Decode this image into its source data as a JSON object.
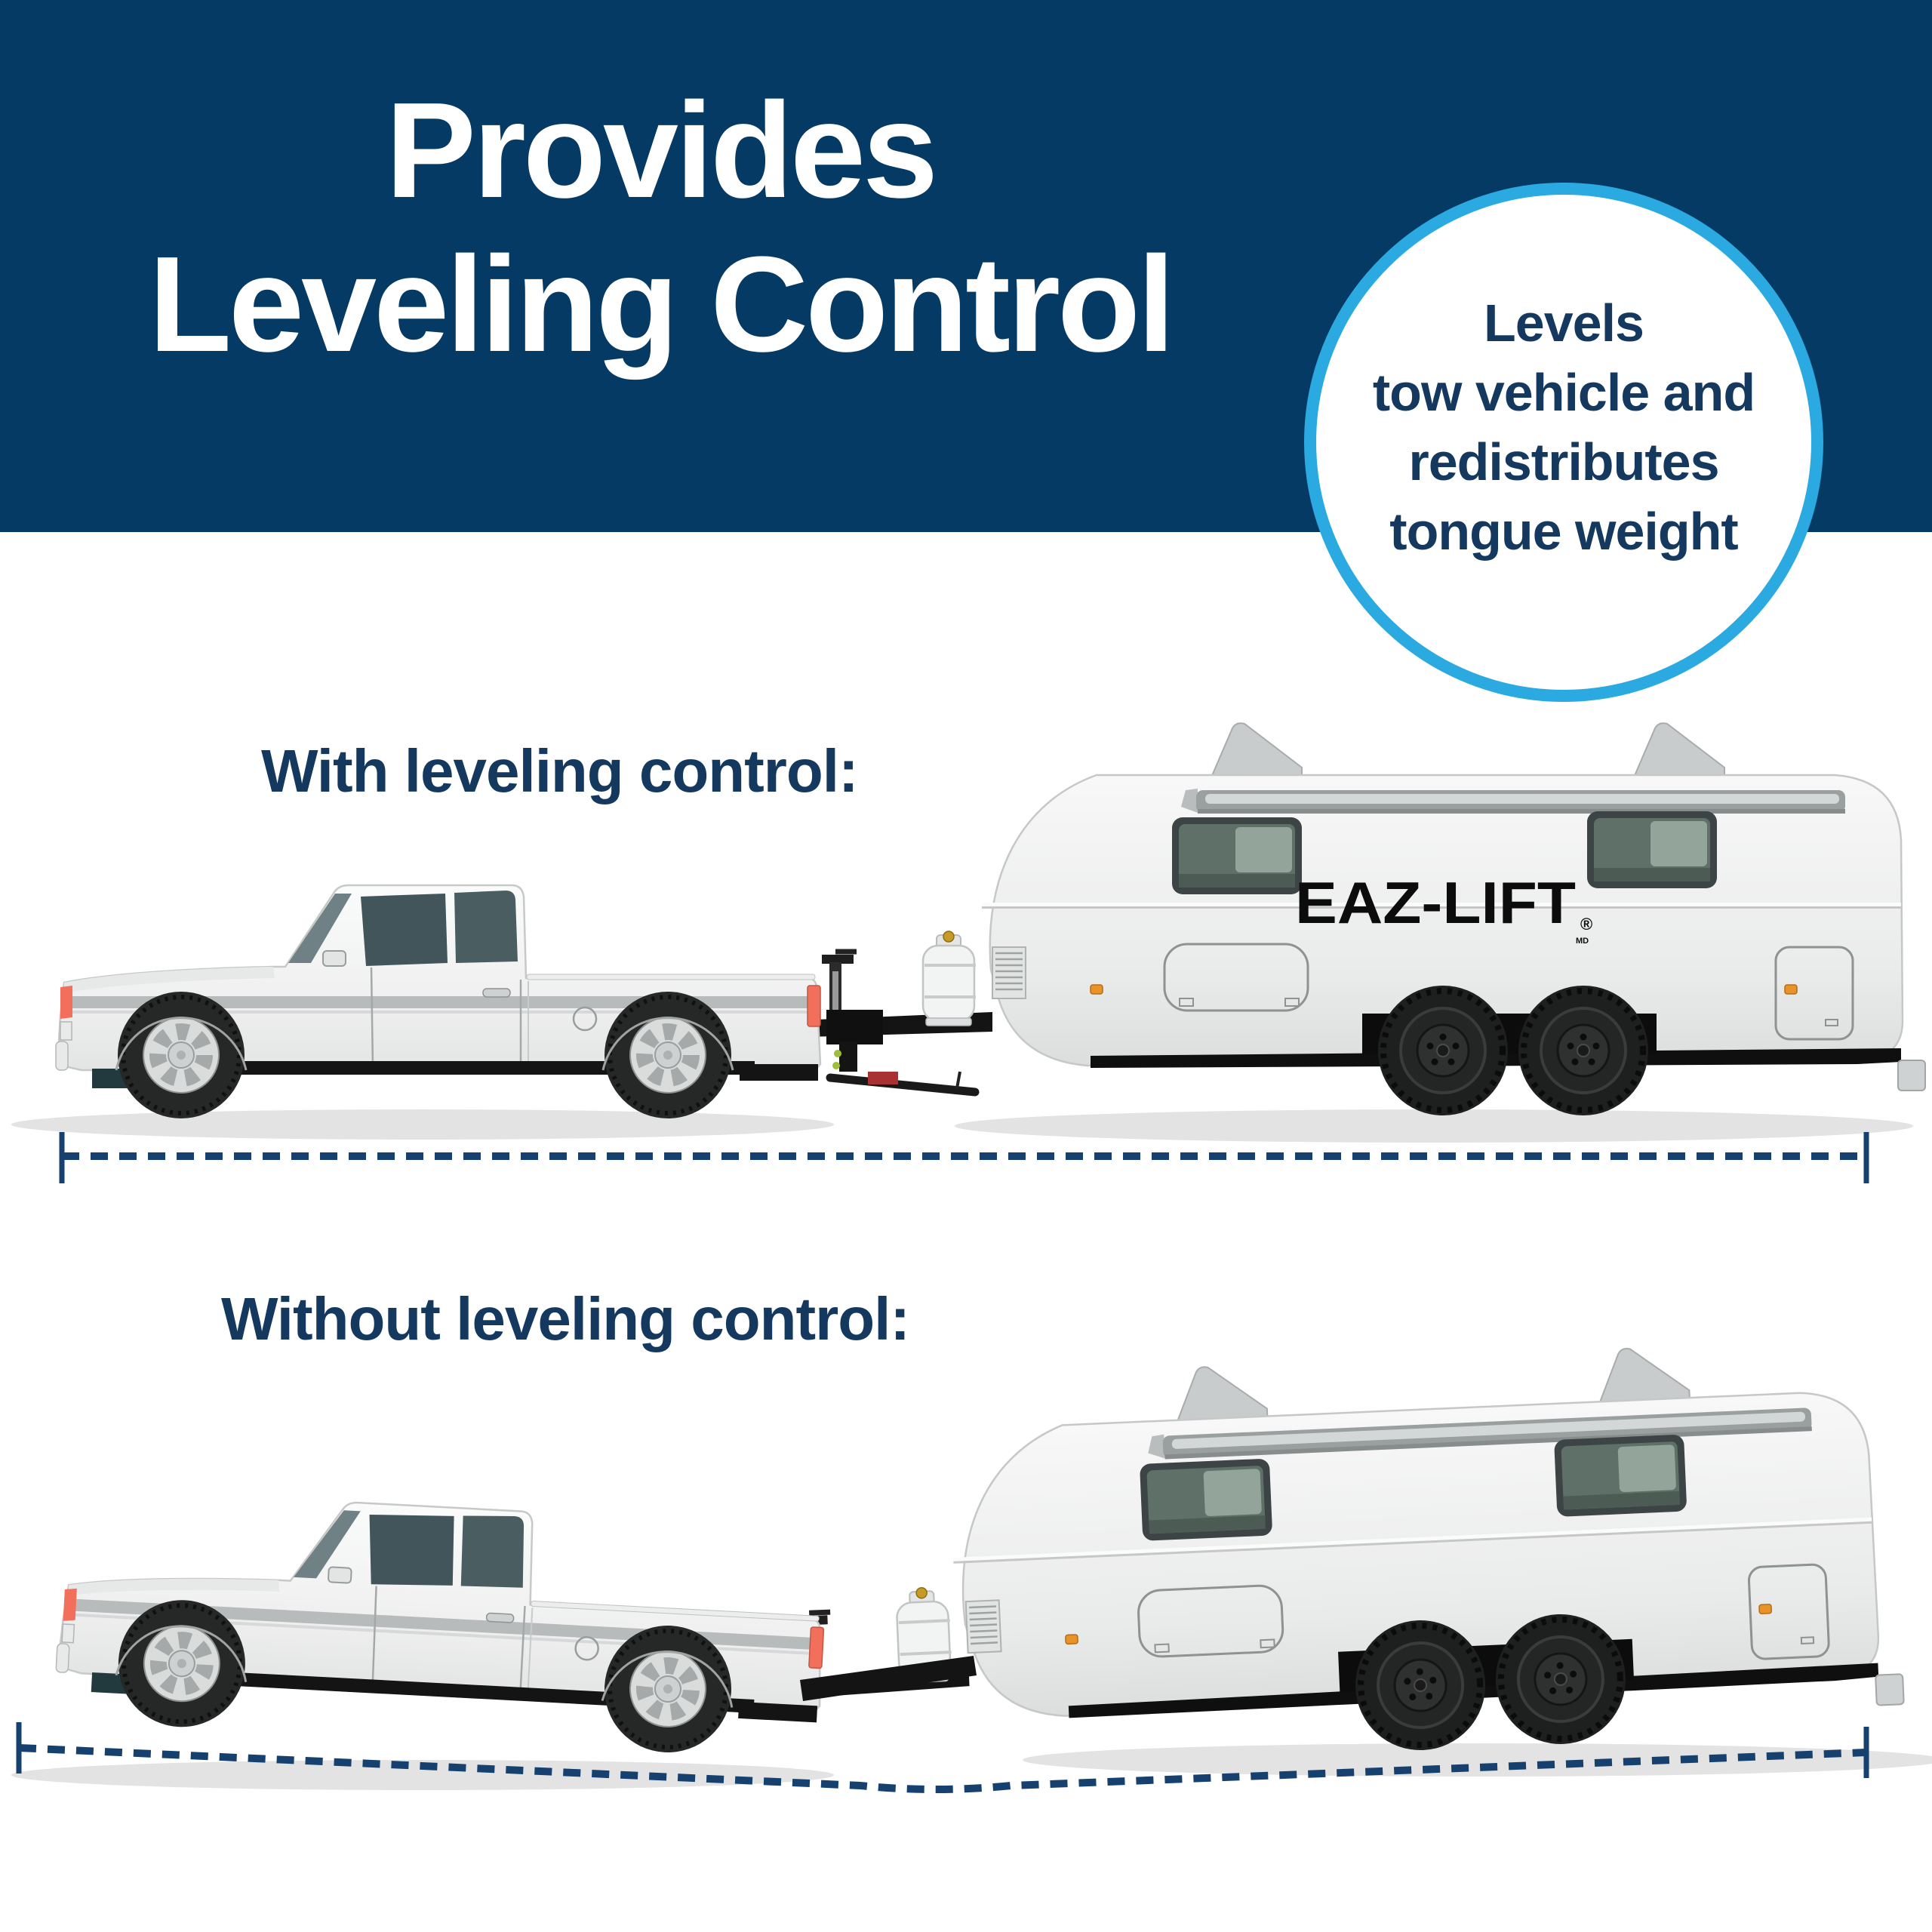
{
  "banner": {
    "title_line1": "Provides",
    "title_line2": "Leveling Control"
  },
  "badge": {
    "line1": "Levels",
    "line2": "tow vehicle and",
    "line3": "redistributes",
    "line4": "tongue weight"
  },
  "sections": [
    {
      "heading": "With leveling control:"
    },
    {
      "heading": "Without leveling control:"
    }
  ],
  "trailer": {
    "logo": "EAZ-LIFT",
    "registered_mark": "®",
    "md_mark": "MD"
  },
  "colors": {
    "banner_bg": "#053a64",
    "title_text": "#ffffff",
    "heading_text": "#15395e",
    "badge_border": "#2ba9e1",
    "badge_bg": "#ffffff",
    "dashed_line": "#16416f",
    "logo_text": "#0c0c0c",
    "truck_body": "#f3f4f4",
    "trailer_body": "#ededee",
    "stripe_gray": "#b7bbbb",
    "tail_light": "#f2705b",
    "marker_orange": "#e8922a",
    "hitch_black": "#141414"
  }
}
